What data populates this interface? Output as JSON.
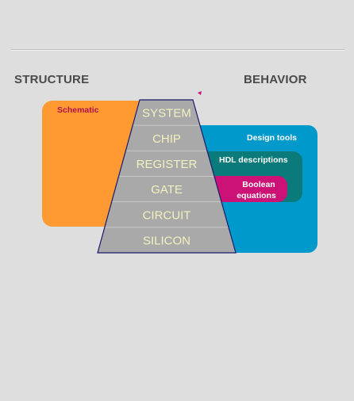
{
  "headings": {
    "structure": "STRUCTURE",
    "behavior": "BEHAVIOR"
  },
  "structure_box": {
    "label": "Schematic",
    "color": "#ff9a33",
    "label_color": "#b0124c"
  },
  "behavior_boxes": {
    "design_tools": {
      "label": "Design tools",
      "color": "#0099cc"
    },
    "hdl": {
      "label": "HDL descriptions",
      "color": "#0b7a7a"
    },
    "boolean": {
      "line1": "Boolean",
      "line2": "equations",
      "color": "#cc1177"
    }
  },
  "levels": {
    "items": [
      "SYSTEM",
      "CHIP",
      "REGISTER",
      "GATE",
      "CIRCUIT",
      "SILICON"
    ],
    "fill": "#a9a9a9",
    "text_color": "#f2f2c0",
    "outline": "#1a1a6e"
  },
  "colors": {
    "background": "#dedede",
    "heading_text": "#4a4a4a",
    "marker": "#cc1177"
  }
}
